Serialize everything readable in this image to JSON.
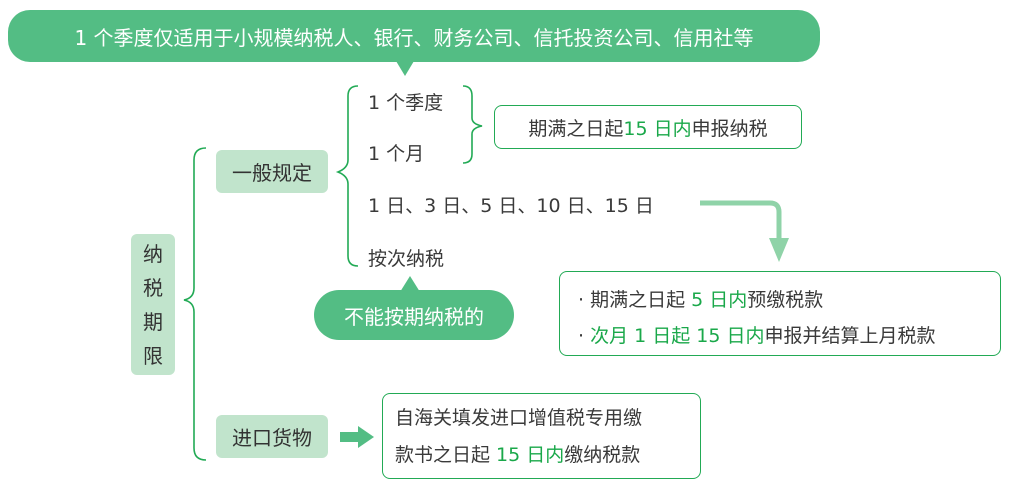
{
  "top_note": "1 个季度仅适用于小规模纳税人、银行、财务公司、信托投资公司、信用社等",
  "root": {
    "label": [
      "纳",
      "税",
      "期",
      "限"
    ]
  },
  "general": {
    "label": "一般规定",
    "periods": [
      "1 个季度",
      "1 个月",
      "1 日、3 日、5 日、10 日、15 日",
      "按次纳税"
    ],
    "quarter_month_rule": {
      "pre": "期满之日起 ",
      "highlight": "15 日内",
      "post": "申报纳税"
    },
    "days_rule": {
      "line1": {
        "bullet": "·",
        "pre": "期满之日起 ",
        "highlight": "5 日内",
        "post": "预缴税款"
      },
      "line2": {
        "bullet": "·",
        "highlight": "次月 1 日起 15 日内",
        "post": "申报并结算上月税款"
      }
    },
    "irregular_note": "不能按期纳税的"
  },
  "imports": {
    "label": "进口货物",
    "rule": {
      "line1": "自海关填发进口增值税专用缴",
      "pre": "款书之日起 ",
      "highlight": "15 日内",
      "post": "缴纳税款"
    }
  },
  "colors": {
    "bubble": "#53bd84",
    "light": "#c1e4cc",
    "border": "#22aa55",
    "highlight": "#1aa84a",
    "arrow": "#8fd3a8"
  }
}
